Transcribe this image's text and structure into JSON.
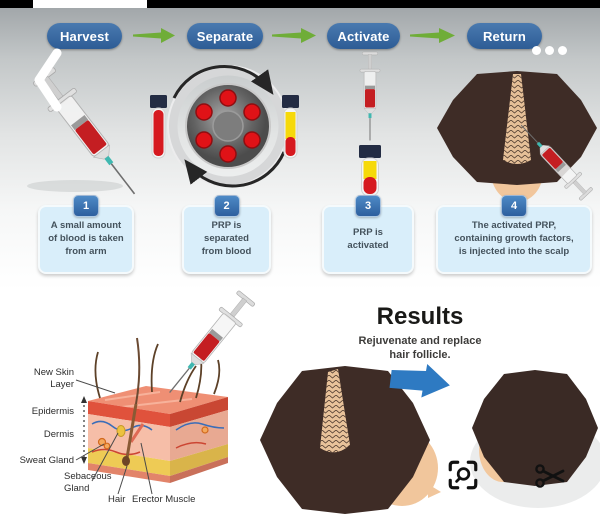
{
  "pipeline": {
    "pills": [
      {
        "label": "Harvest"
      },
      {
        "label": "Separate"
      },
      {
        "label": "Activate"
      },
      {
        "label": "Return"
      }
    ],
    "steps": [
      {
        "number": "1",
        "text": "A small amount\nof blood is taken\nfrom arm"
      },
      {
        "number": "2",
        "text": "PRP is\nseparated\nfrom blood"
      },
      {
        "number": "3",
        "text": "PRP is\nactivated"
      },
      {
        "number": "4",
        "text": "The activated PRP,\ncontaining growth factors,\nis injected into the scalp"
      }
    ]
  },
  "skin_diagram": {
    "labels": {
      "new_skin_layer": "New Skin\nLayer",
      "epidermis": "Epidermis",
      "dermis": "Dermis",
      "sweat_gland": "Sweat Gland",
      "sebaceous_gland": "Sebaceous\nGland",
      "hair": "Hair",
      "erector_muscle": "Erector Muscle"
    }
  },
  "results": {
    "title": "Results",
    "subtitle": "Rejuvenate and replace\nhair follicle."
  },
  "colors": {
    "pill_blue": "#34669f",
    "badge_blue": "#3b76b5",
    "flow_arrow_green": "#6fad38",
    "box_bg": "#d9eefa",
    "blood_red": "#cc1d22",
    "plasma_yellow": "#f6d90a",
    "results_arrow_blue": "#2e7ac2",
    "hair_brown": "#3e2c26",
    "skin_tone": "#f1c69c"
  }
}
